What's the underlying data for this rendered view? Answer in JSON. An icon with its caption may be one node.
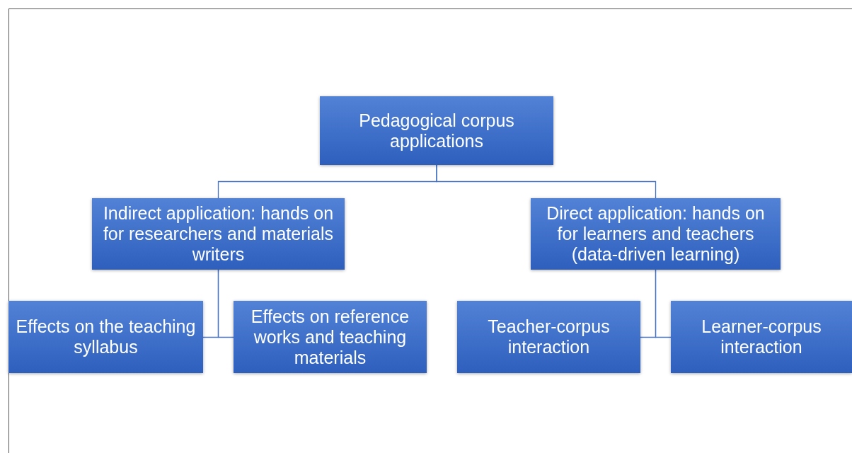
{
  "diagram": {
    "nodes": [
      {
        "text": [
          "Pedagogical corpus applications"
        ]
      },
      {
        "text": [
          "Indirect application: hands on for researchers and materials writers"
        ]
      },
      {
        "text": [
          "Direct application: hands on for learners and teachers (data-driven learning)"
        ]
      },
      {
        "text": [
          "Effects on the teaching syllabus"
        ]
      },
      {
        "text": [
          "Effects on reference works and teaching materials"
        ]
      },
      {
        "text": [
          "Teacher-corpus interaction"
        ]
      },
      {
        "text": [
          "Learner-corpus interaction"
        ]
      }
    ],
    "edges": [
      {
        "from": 0,
        "to": 1,
        "arrow": "none"
      },
      {
        "from": 0,
        "to": 2,
        "arrow": "none"
      },
      {
        "from": 1,
        "to": 3,
        "arrow": "none"
      },
      {
        "from": 1,
        "to": 4,
        "arrow": "none"
      },
      {
        "from": 2,
        "to": 5,
        "arrow": "none"
      },
      {
        "from": 2,
        "to": 6,
        "arrow": "none"
      }
    ]
  }
}
